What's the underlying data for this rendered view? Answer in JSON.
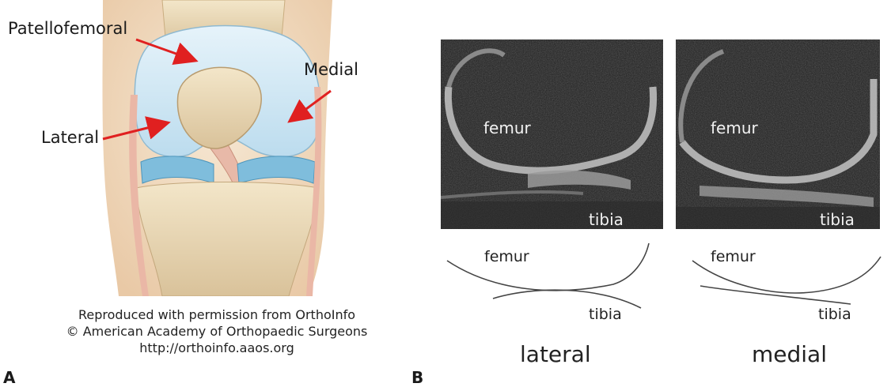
{
  "panel_a": {
    "letter": "A",
    "labels": {
      "patellofemoral": "Patellofemoral",
      "medial": "Medial",
      "lateral": "Lateral"
    },
    "caption": [
      "Reproduced with permission from OrthoInfo",
      "© American Academy of Orthopaedic Surgeons",
      "http://orthoinfo.aaos.org"
    ]
  },
  "panel_b": {
    "letter": "B",
    "mri_lateral": {
      "femur": "femur",
      "tibia": "tibia"
    },
    "mri_medial": {
      "femur": "femur",
      "tibia": "tibia"
    },
    "sketch_lateral": {
      "femur": "femur",
      "tibia": "tibia"
    },
    "sketch_medial": {
      "femur": "femur",
      "tibia": "tibia"
    },
    "bottom": {
      "lateral": "lateral",
      "medial": "medial"
    }
  },
  "colors": {
    "arrow": "#e02020",
    "cartilage": "#cfe6f2",
    "bone": "#ecdcb8",
    "meniscus": "#6fb3d6"
  }
}
